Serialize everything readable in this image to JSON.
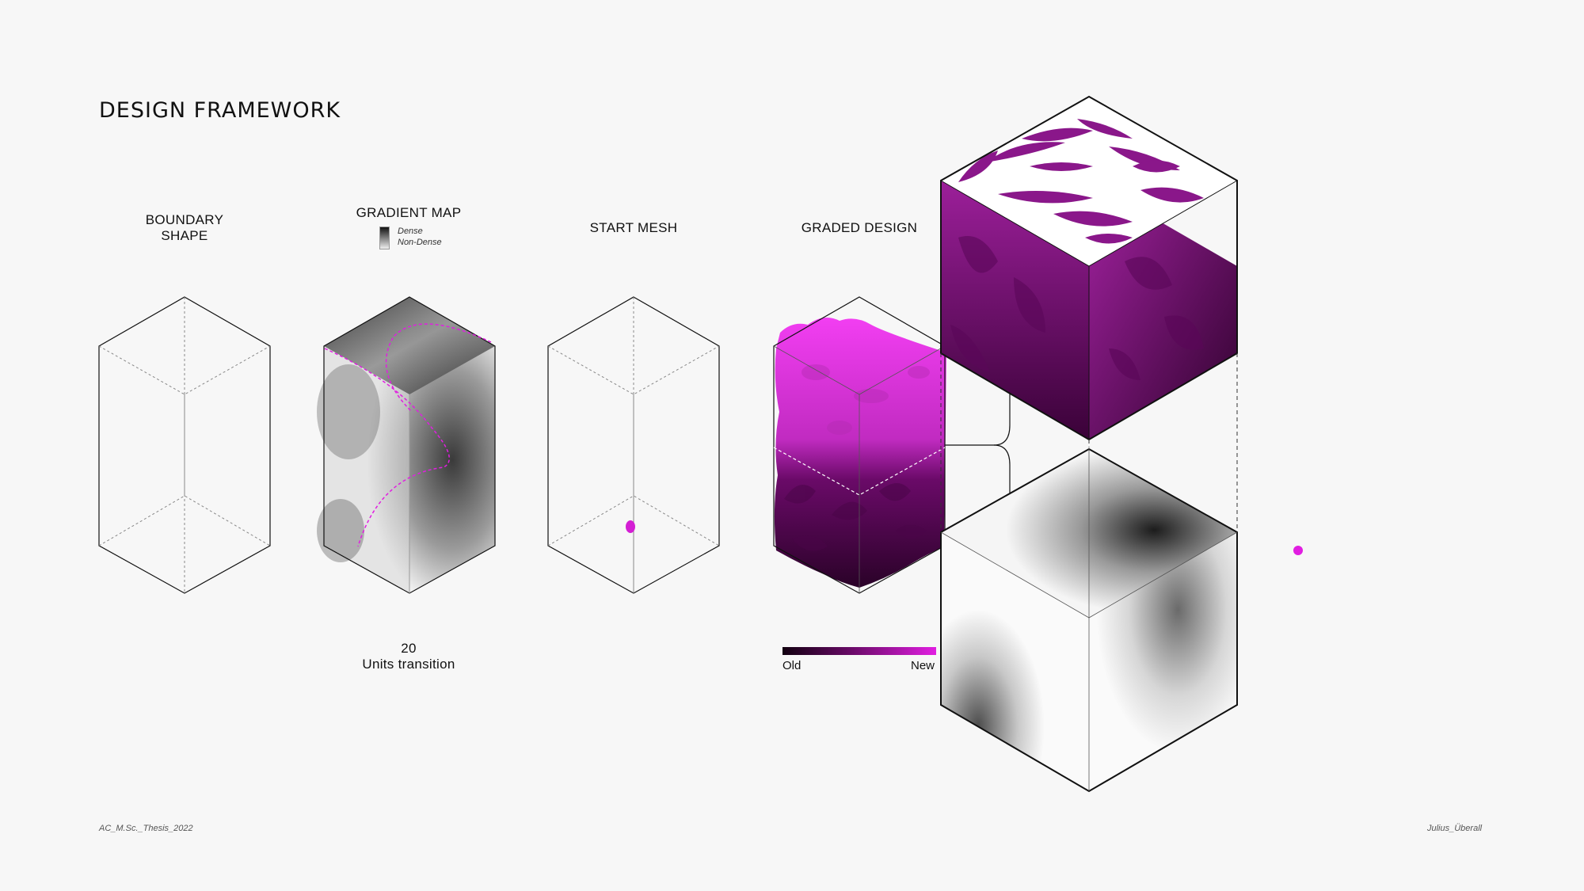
{
  "title": "DESIGN FRAMEWORK",
  "steps": {
    "boundary": "BOUNDARY\nSHAPE",
    "gradient": "GRADIENT MAP",
    "start": "START MESH",
    "graded": "GRADED DESIGN"
  },
  "gradient_legend": {
    "dense": "Dense",
    "non_dense": "Non-Dense"
  },
  "transition": {
    "value": "20",
    "label": "Units transition"
  },
  "age_legend": {
    "old": "Old",
    "new": "New"
  },
  "colors": {
    "accent": "#e11ee1",
    "dark": "#1a0018",
    "background": "#f7f7f7"
  },
  "footer": {
    "left": "AC_M.Sc._Thesis_2022",
    "right": "Julius_Überall"
  }
}
